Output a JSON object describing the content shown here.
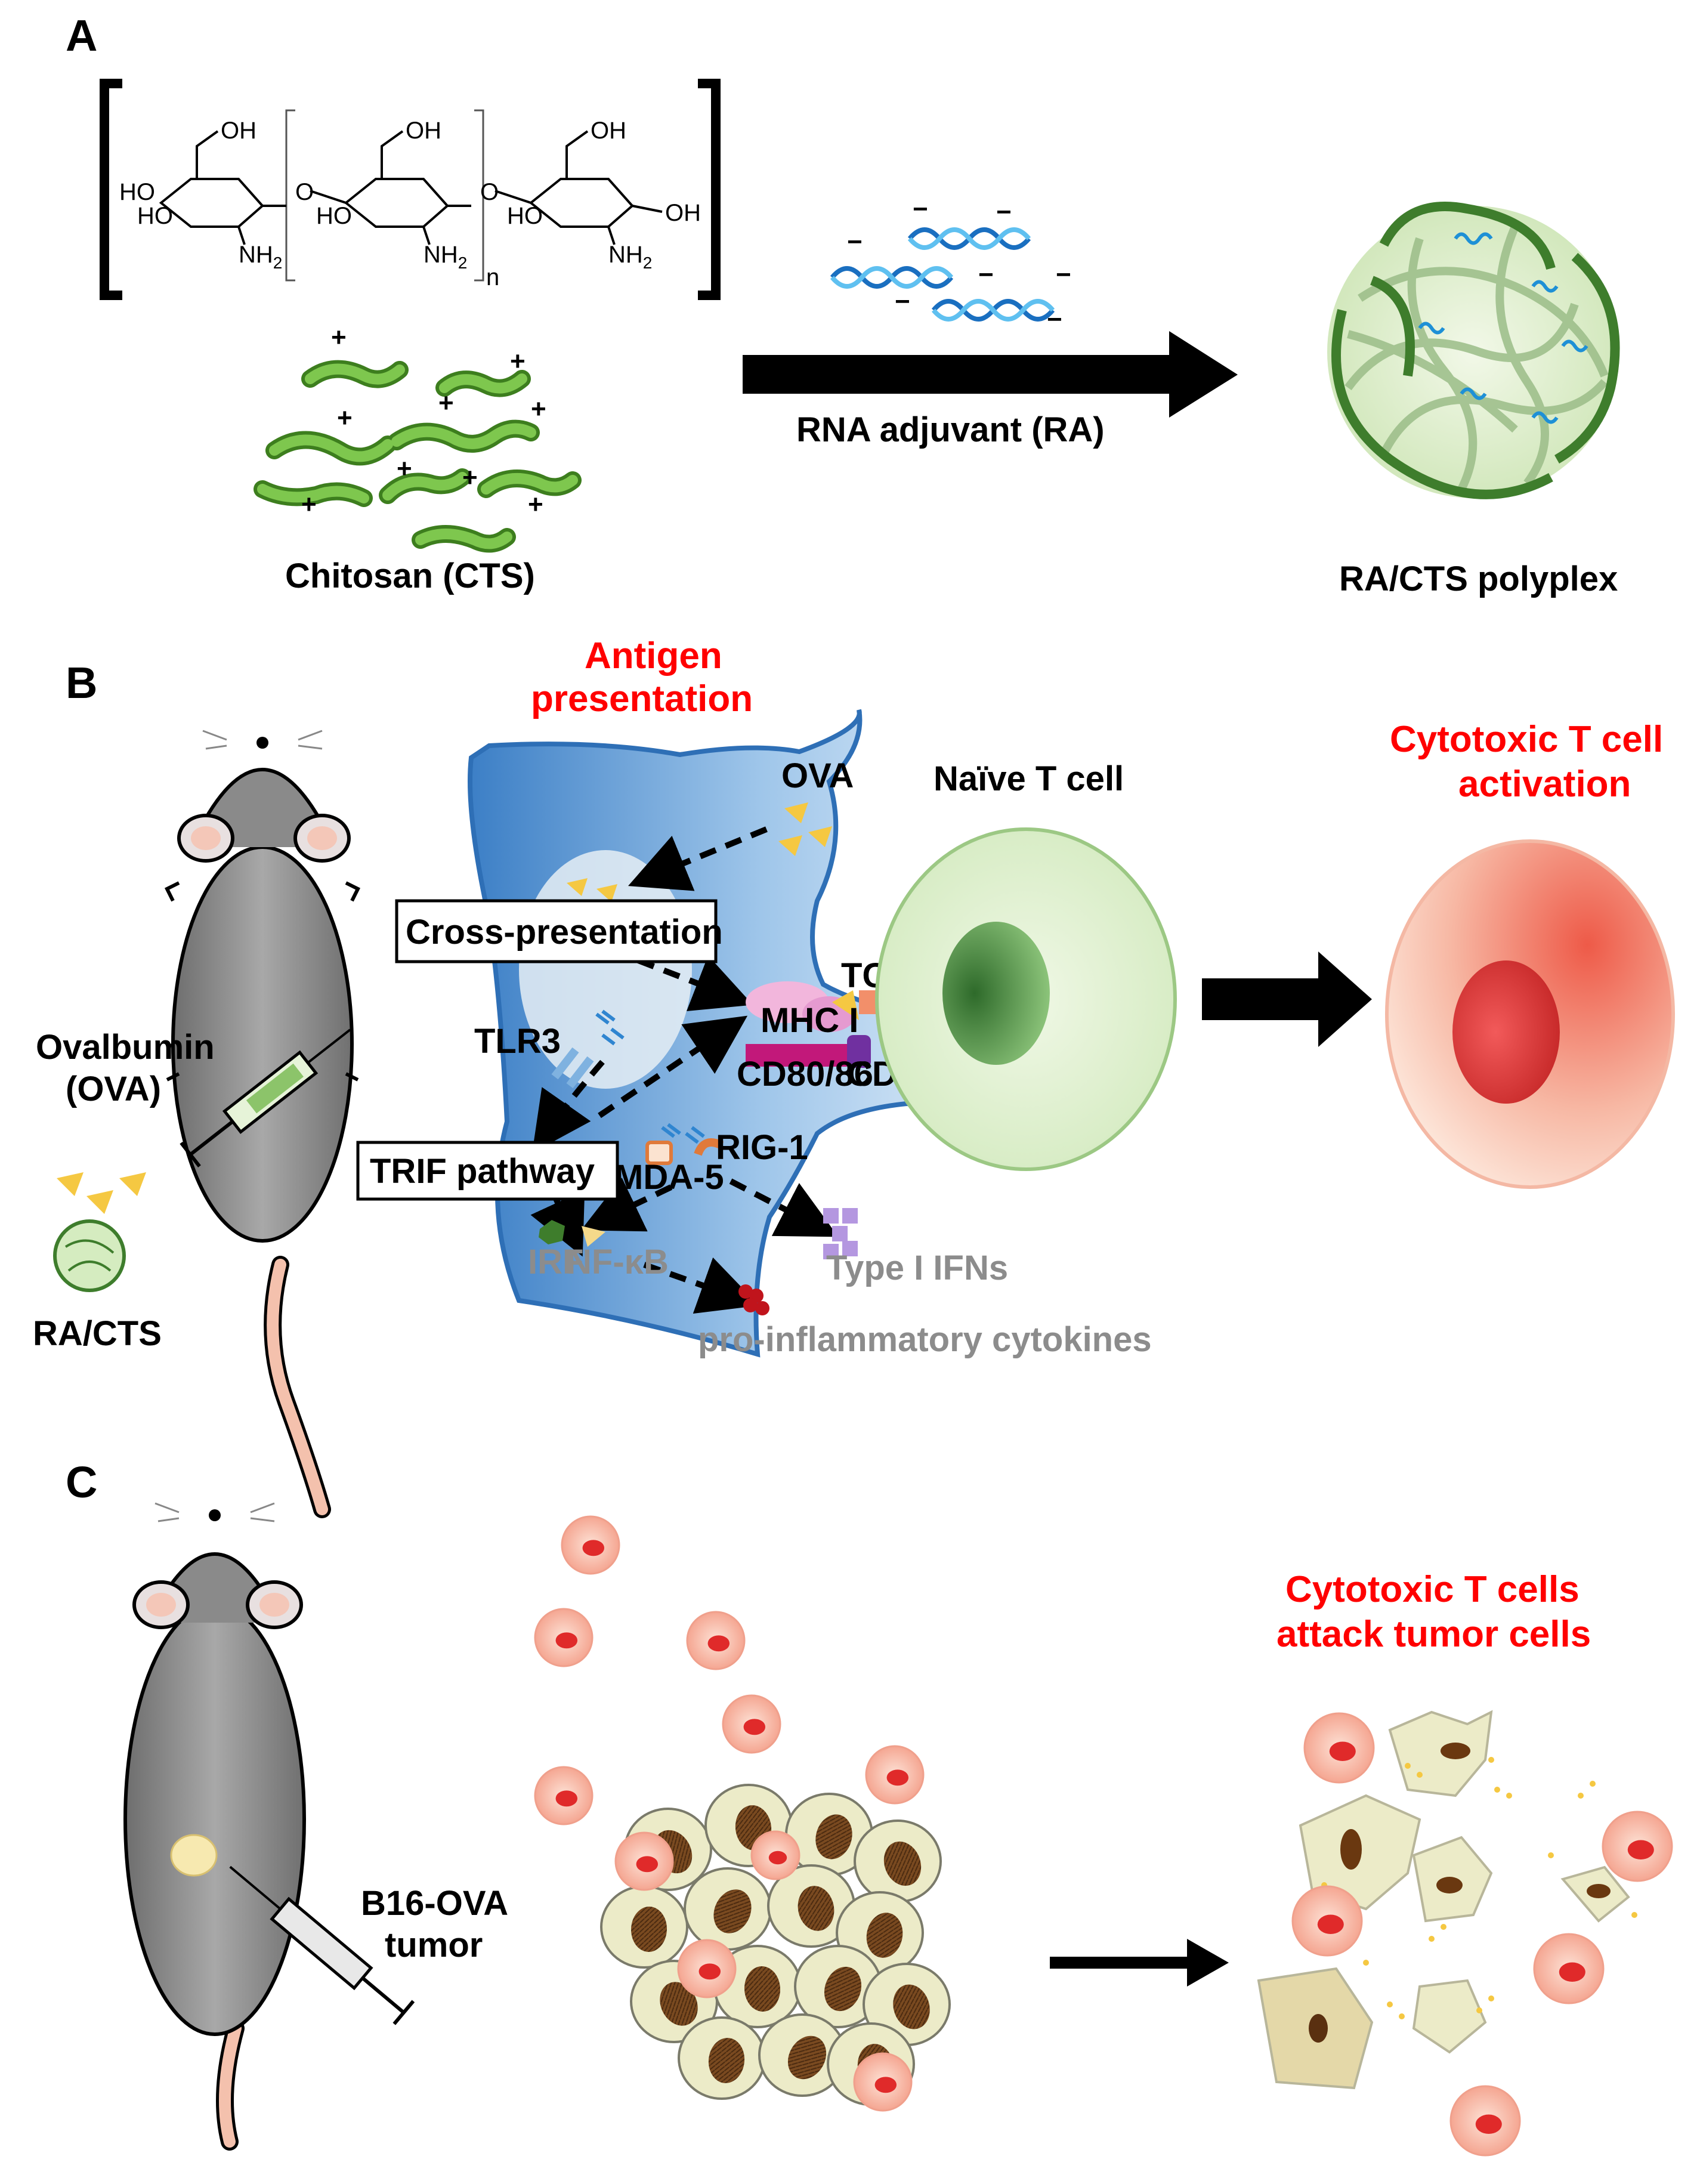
{
  "panels": {
    "a": {
      "letter": "A"
    },
    "b": {
      "letter": "B"
    },
    "c": {
      "letter": "C"
    }
  },
  "chem": {
    "ho": "HO",
    "oh": "OH",
    "o": "O",
    "nh2": "NH",
    "sub2": "2",
    "n": "n"
  },
  "panel_a": {
    "chitosan_label": "Chitosan (CTS)",
    "arrow_label": "RNA adjuvant (RA)",
    "polyplex_label": "RA/CTS polyplex",
    "plus": "+",
    "minus": "−"
  },
  "panel_b": {
    "antigen_presentation_1": "Antigen",
    "antigen_presentation_2": "presentation",
    "ova": "OVA",
    "naive_t_cell": "Naïve T cell",
    "cytotoxic_1": "Cytotoxic T cell",
    "cytotoxic_2": "activation",
    "cross_presentation": "Cross-presentation",
    "tlr3": "TLR3",
    "trif_pathway": "TRIF pathway",
    "mhc1": "MHC I",
    "tcr": "TCR",
    "cd8086": "CD80/86",
    "cd28": "CD28",
    "rig1": "RIG-1",
    "mda5": "MDA-5",
    "irf": "IRF",
    "nfkb": "NF-κB",
    "type1_ifns": "Type I IFNs",
    "cytokines": "pro-inflammatory  cytokines",
    "ovalbumin_1": "Ovalbumin",
    "ovalbumin_2": "(OVA)",
    "ra_cts": "RA/CTS"
  },
  "panel_c": {
    "tumor_1": "B16-OVA",
    "tumor_2": "tumor",
    "attack_1": "Cytotoxic T cells",
    "attack_2": "attack tumor cells"
  },
  "colors": {
    "red_text": "#ff0000",
    "gray_text": "#8c8c8c",
    "chitosan_green": "#5aa832",
    "polyplex_green": "#3e7d2c",
    "rna_blue": "#1e90d6",
    "dc_blue": "#3d7fc4",
    "naive_cell_green": "#cde8b8",
    "activated_cell_red": "#f07060",
    "mouse_gray": "#8a8a8a",
    "tumor_cell": "#ecebc8"
  }
}
